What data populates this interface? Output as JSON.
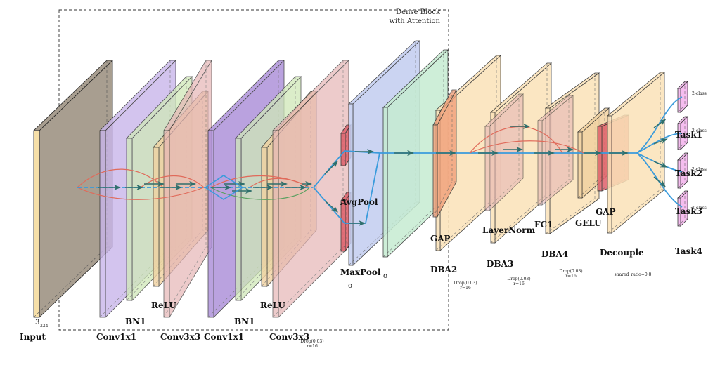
{
  "block": {
    "title_line1": "Dense Block",
    "title_line2": "with Attention"
  },
  "labels": {
    "input": "Input",
    "input_dim": "3",
    "input_size": "224",
    "conv1x1_a": "Conv1x1",
    "bn1_a": "BN1",
    "conv3x3_a": "Conv3x3",
    "relu_a": "ReLU",
    "conv1x1_b": "Conv1x1",
    "bn1_b": "BN1",
    "conv3x3_b": "Conv3x3",
    "relu_b": "ReLU",
    "drop_block_line1": "Drop(0.03)",
    "drop_block_line2": "r=16",
    "avgpool": "AvgPool",
    "maxpool": "MaxPool",
    "sigma_a": "σ",
    "sigma_b": "σ",
    "gap_a": "GAP",
    "dba2": "DBA2",
    "drop_dba2_line1": "Drop(0.03)",
    "drop_dba2_line2": "r=16",
    "layernorm": "LayerNorm",
    "dba3": "DBA3",
    "drop_dba3_line1": "Drop(0.03)",
    "drop_dba3_line2": "r=16",
    "fc1": "FC1",
    "dba4": "DBA4",
    "drop_dba4_line1": "Drop(0.03)",
    "drop_dba4_line2": "r=16",
    "gelu": "GELU",
    "gap_b": "GAP",
    "decouple": "Decouple",
    "shared_ratio": "shared_ratio=0.8",
    "task1": "Task1",
    "task2": "Task2",
    "task3": "Task3",
    "task4": "Task4",
    "class_1": "2-class",
    "class_2": "2-class",
    "class_3": "2-class",
    "class_4": "2-class"
  },
  "colors": {
    "input": "#a89e90",
    "input_edge": "#f6dfa8",
    "conv": "#c9b6ea",
    "conv_dark": "#a98bd8",
    "bn": "#cfe8b8",
    "relu": "#e6b6b6",
    "tan": "#f1d2a0",
    "blue": "#c2cdf0",
    "green": "#c6ecd2",
    "orange": "#fbe2b8",
    "salmon": "#f2a07a",
    "red": "#e0606a",
    "pink": "#f5b6ee",
    "arrow": "#2f6f6c",
    "flow": "#3a9bdc",
    "curve_red": "#e06a5a",
    "curve_green": "#5aa060"
  }
}
